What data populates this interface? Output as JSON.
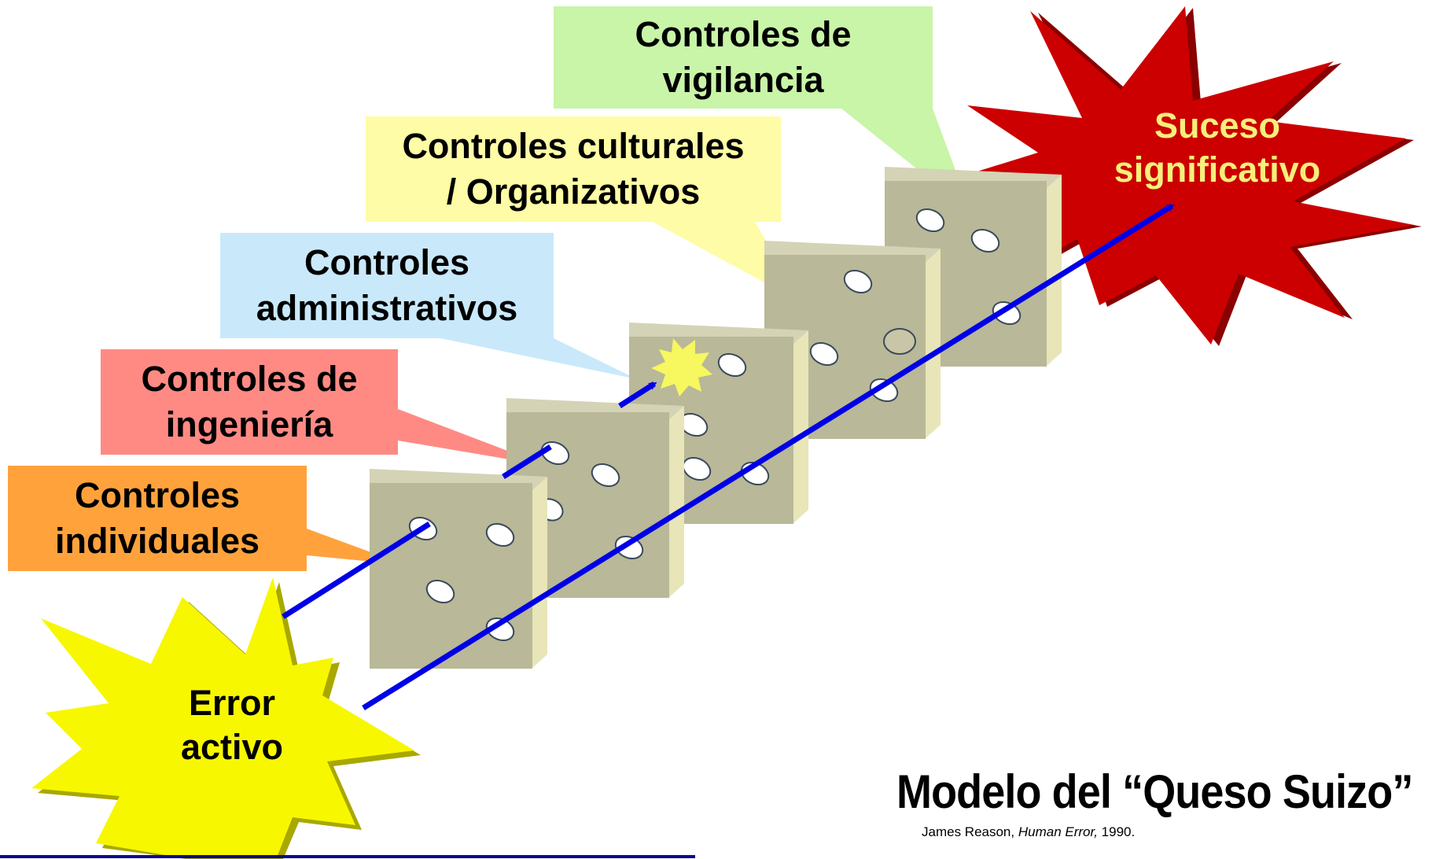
{
  "labels": {
    "vigilancia": "Controles de\nvigilancia",
    "culturales": "Controles culturales\n/ Organizativos",
    "administrativos": "Controles\nadministrativos",
    "ingenieria": "Controles de\ningeniería",
    "individuales": "Controles\nindividuales"
  },
  "outcome": "Suceso\nsignificativo",
  "origin": "Error\nactivo",
  "title": "Modelo del “Queso Suizo”",
  "citation": {
    "author": "James Reason, ",
    "work": "Human Error,",
    "year": " 1990."
  },
  "colors": {
    "vigilancia": "#c8f5a8",
    "culturales": "#fefca6",
    "administrativos": "#c9e9fb",
    "ingenieria": "#ff8a84",
    "individuales": "#ffa23c",
    "slice": "#b9b898",
    "arrow": "#0000e6",
    "outcome_star": "#cc0000",
    "origin_star": "#f7f700"
  }
}
